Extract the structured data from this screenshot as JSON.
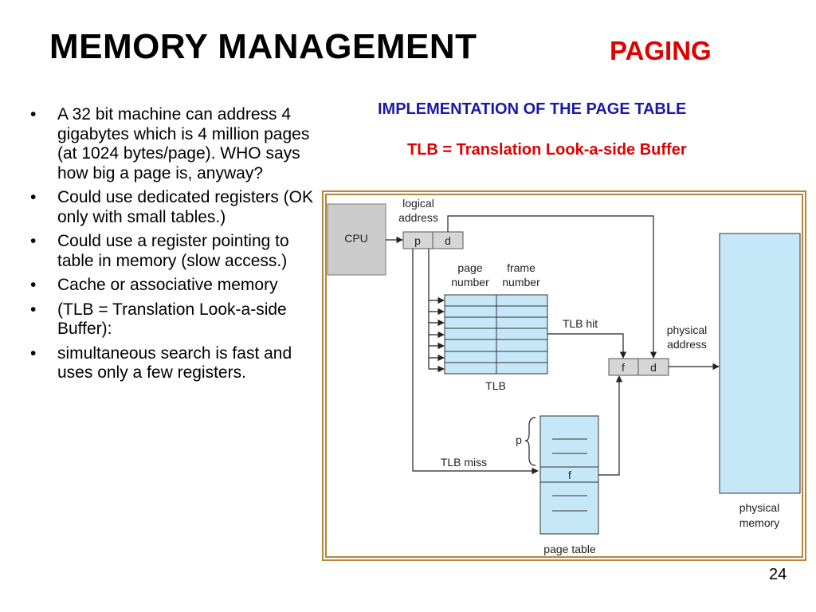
{
  "slide": {
    "title": "MEMORY MANAGEMENT",
    "subtitle": "PAGING",
    "impl_heading": "IMPLEMENTATION OF THE PAGE TABLE",
    "tlb_heading": "TLB = Translation Look-a-side Buffer",
    "page_number": "24"
  },
  "bullets": [
    {
      "marker": "•",
      "text": "A 32 bit machine can address 4 gigabytes which is 4 million pages (at 1024 bytes/page).   WHO says how big a page is, anyway?"
    },
    {
      "marker": "•",
      "text": "Could use dedicated registers (OK only with small tables.)"
    },
    {
      "marker": "•",
      "text": "Could use a register pointing to table in memory (slow access.)"
    },
    {
      "marker": "•",
      "text": "Cache or associative memory"
    },
    {
      "marker": "•",
      "text": "(TLB = Translation Look-a-side Buffer):"
    },
    {
      "marker": "•",
      "text": " simultaneous search is fast and uses only a few registers."
    }
  ],
  "diagram": {
    "cpu": "CPU",
    "logical_address": [
      "logical",
      "address"
    ],
    "p": "p",
    "d": "d",
    "page_number": [
      "page",
      "number"
    ],
    "frame_number": [
      "frame",
      "number"
    ],
    "tlb_hit": "TLB hit",
    "tlb": "TLB",
    "physical_address": [
      "physical",
      "address"
    ],
    "f": "f",
    "tlb_miss": "TLB miss",
    "page_table": "page table",
    "physical_memory": [
      "physical",
      "memory"
    ],
    "colors": {
      "frame_border": "#b8863b",
      "table_fill": "#c5e7f7",
      "cpu_fill": "#cccccc",
      "reg_fill": "#d6d6d6"
    }
  }
}
